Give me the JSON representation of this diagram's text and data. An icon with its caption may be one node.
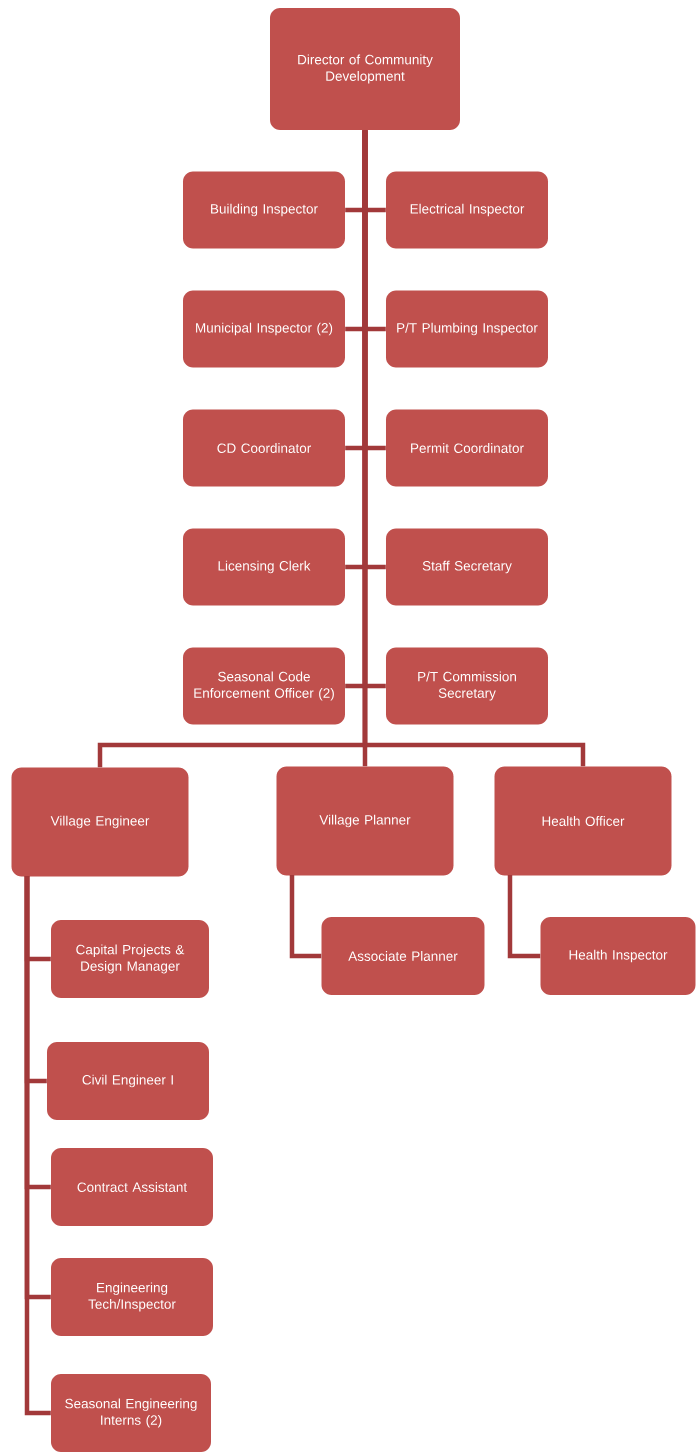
{
  "diagram": {
    "nodes": [
      {
        "text": [
          "Director of Community Development"
        ]
      },
      {
        "text": [
          "Building Inspector"
        ]
      },
      {
        "text": [
          "Electrical Inspector"
        ]
      },
      {
        "text": [
          "Municipal Inspector (2)"
        ]
      },
      {
        "text": [
          "P/T Plumbing Inspector"
        ]
      },
      {
        "text": [
          "CD Coordinator"
        ]
      },
      {
        "text": [
          "Permit Coordinator"
        ]
      },
      {
        "text": [
          "Licensing Clerk"
        ]
      },
      {
        "text": [
          "Staff Secretary"
        ]
      },
      {
        "text": [
          "Seasonal Code Enforcement Officer (2)"
        ]
      },
      {
        "text": [
          "P/T Commission Secretary"
        ]
      },
      {
        "text": [
          "Village Engineer"
        ]
      },
      {
        "text": [
          "Village Planner"
        ]
      },
      {
        "text": [
          "Health Officer"
        ]
      },
      {
        "text": [
          "Capital Projects & Design Manager"
        ]
      },
      {
        "text": [
          "Civil Engineer I"
        ]
      },
      {
        "text": [
          "Contract Assistant"
        ]
      },
      {
        "text": [
          "Engineering Tech/Inspector"
        ]
      },
      {
        "text": [
          "Seasonal Engineering Interns (2)"
        ]
      },
      {
        "text": [
          "Associate Planner"
        ]
      },
      {
        "text": [
          "Health Inspector"
        ]
      }
    ],
    "edges": [
      {
        "from": 0,
        "to": 1,
        "arrow": "none"
      },
      {
        "from": 0,
        "to": 2,
        "arrow": "none"
      },
      {
        "from": 0,
        "to": 3,
        "arrow": "none"
      },
      {
        "from": 0,
        "to": 4,
        "arrow": "none"
      },
      {
        "from": 0,
        "to": 5,
        "arrow": "none"
      },
      {
        "from": 0,
        "to": 6,
        "arrow": "none"
      },
      {
        "from": 0,
        "to": 7,
        "arrow": "none"
      },
      {
        "from": 0,
        "to": 8,
        "arrow": "none"
      },
      {
        "from": 0,
        "to": 9,
        "arrow": "none"
      },
      {
        "from": 0,
        "to": 10,
        "arrow": "none"
      },
      {
        "from": 0,
        "to": 11,
        "arrow": "none"
      },
      {
        "from": 0,
        "to": 12,
        "arrow": "none"
      },
      {
        "from": 0,
        "to": 13,
        "arrow": "none"
      },
      {
        "from": 11,
        "to": 14,
        "arrow": "none"
      },
      {
        "from": 11,
        "to": 15,
        "arrow": "none"
      },
      {
        "from": 11,
        "to": 16,
        "arrow": "none"
      },
      {
        "from": 11,
        "to": 17,
        "arrow": "none"
      },
      {
        "from": 11,
        "to": 18,
        "arrow": "none"
      },
      {
        "from": 12,
        "to": 19,
        "arrow": "none"
      },
      {
        "from": 13,
        "to": 20,
        "arrow": "none"
      }
    ]
  }
}
